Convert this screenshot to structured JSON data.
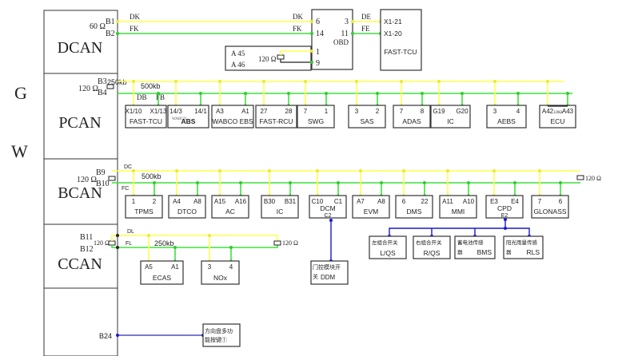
{
  "gateway": {
    "letters": [
      "G",
      "W"
    ]
  },
  "colors": {
    "can_high": "#ffff4d",
    "can_low": "#3ee03e",
    "lin": "#1a1acc",
    "outline": "#333333"
  },
  "segments": [
    {
      "id": "dcan",
      "name": "DCAN",
      "pins": [
        "B1",
        "B2"
      ],
      "termination": "60 Ω",
      "wires": [
        "DK",
        "FK"
      ]
    },
    {
      "id": "pcan",
      "name": "PCAN",
      "pins": [
        "B3",
        "B4"
      ],
      "termination": "120 Ω",
      "speed": "500kb",
      "speed_overlap": "250kb",
      "wires": [
        "DB",
        "FB"
      ]
    },
    {
      "id": "bcan",
      "name": "BCAN",
      "pins": [
        "B9",
        "B10"
      ],
      "termination": "120 Ω",
      "speed": "500kb",
      "wires": [
        "DC",
        "FC"
      ],
      "end_termination": "120 Ω"
    },
    {
      "id": "ccan",
      "name": "CCAN",
      "pins": [
        "B11",
        "B12"
      ],
      "termination": "120 Ω",
      "speed": "250kb",
      "wires": [
        "DL",
        "FL"
      ],
      "end_termination": "120 Ω"
    },
    {
      "id": "other",
      "name": "",
      "pins": [
        "B24"
      ]
    }
  ],
  "dcan": {
    "obd": {
      "name": "OBD",
      "pins_left": [
        "6",
        "14",
        "1",
        "9"
      ],
      "pins_right": [
        "3",
        "11"
      ]
    },
    "resistor_box": {
      "pins": [
        "A 45",
        "A 46"
      ],
      "resistor": "120 Ω"
    },
    "out_wires": [
      "DE",
      "FE"
    ],
    "fast_tcu": {
      "name": "FAST-TCU",
      "pins": [
        "X1-21",
        "X1-20"
      ]
    }
  },
  "pcan_nodes": [
    {
      "name": "FAST-TCU",
      "pins": [
        "X1/10",
        "X1/13"
      ]
    },
    {
      "name": "ABS",
      "sub": "WABCO",
      "pins": [
        "14/3",
        "14/1"
      ]
    },
    {
      "name": "WABCO EBS",
      "pins": [
        "A3",
        "A1"
      ]
    },
    {
      "name": "FAST-RCU",
      "pins": [
        "27",
        "28"
      ]
    },
    {
      "name": "SWG",
      "pins": [
        "7",
        "1"
      ]
    },
    {
      "name": "SAS",
      "pins": [
        "3",
        "2"
      ]
    },
    {
      "name": "ADAS",
      "pins": [
        "7",
        "8"
      ]
    },
    {
      "name": "IC",
      "pins": [
        "G19",
        "G20"
      ]
    },
    {
      "name": "AEBS",
      "pins": [
        "3",
        "4"
      ]
    },
    {
      "name": "ECU",
      "pins": [
        "A42",
        "A43"
      ],
      "resistor": "120Ω"
    }
  ],
  "bcan_nodes": [
    {
      "name": "TPMS",
      "pins": [
        "1",
        "2"
      ]
    },
    {
      "name": "DTCO",
      "pins": [
        "A4",
        "A8"
      ]
    },
    {
      "name": "AC",
      "pins": [
        "A15",
        "A16"
      ]
    },
    {
      "name": "IC",
      "pins": [
        "B30",
        "B31"
      ]
    },
    {
      "name": "DCM",
      "pins": [
        "C10",
        "C1"
      ],
      "lin_pin": "C2"
    },
    {
      "name": "EVM",
      "pins": [
        "A7",
        "A8"
      ]
    },
    {
      "name": "DMS",
      "pins": [
        "6",
        "22"
      ]
    },
    {
      "name": "MMI",
      "pins": [
        "A11",
        "A10"
      ]
    },
    {
      "name": "CPD",
      "pins": [
        "E3",
        "E4"
      ],
      "lin_pin": "E2"
    },
    {
      "name": "GLONASS",
      "pins": [
        "7",
        "6"
      ]
    }
  ],
  "ccan_nodes": [
    {
      "name": "ECAS",
      "pins": [
        "A5",
        "A1"
      ]
    },
    {
      "name": "NOx",
      "pins": [
        "3",
        "4"
      ]
    }
  ],
  "lin_nodes": [
    {
      "cn": "左组合开关",
      "name": "L/QS"
    },
    {
      "cn": "右组合开关",
      "name": "R/QS"
    },
    {
      "cn": "蓄电池传感器",
      "name": "BMS"
    },
    {
      "cn": "阳光雨量传感器",
      "name": "RLS"
    }
  ],
  "ddm": {
    "cn": "门控模块开关",
    "name": "DDM"
  },
  "steering": {
    "cn": "方向盘多功能按键①"
  }
}
